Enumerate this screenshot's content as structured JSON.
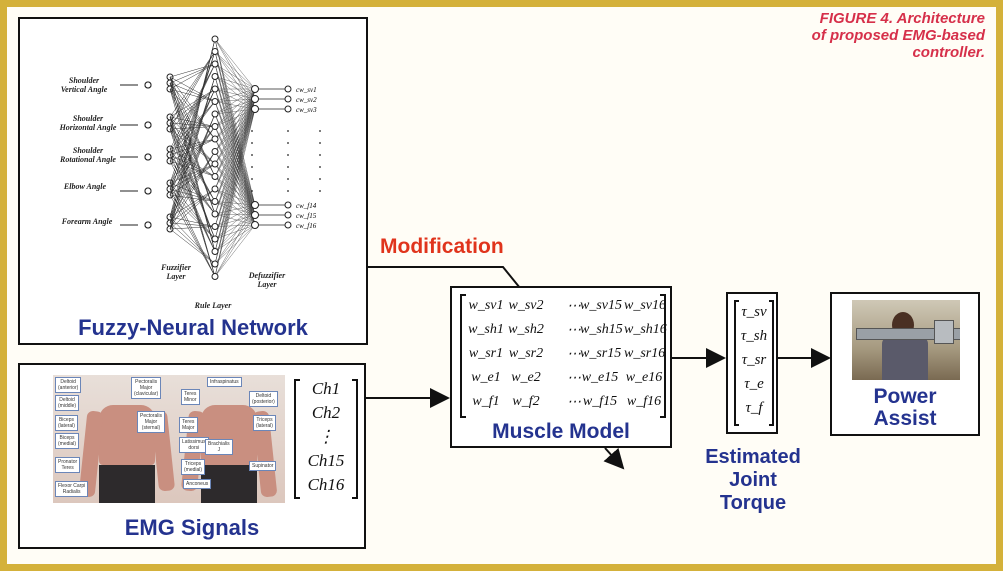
{
  "caption": {
    "line1": "FIGURE 4. Architecture",
    "line2": "of proposed EMG-based",
    "line3": "controller."
  },
  "fuzzy": {
    "title": "Fuzzy-Neural Network",
    "inputs": [
      "Shoulder\nVertical Angle",
      "Shoulder\nHorizontal Angle",
      "Shoulder\nRotational Angle",
      "Elbow Angle",
      "Forearm Angle"
    ],
    "fuzzifier_label": "Fuzzifier\nLayer",
    "rule_label": "Rule Layer",
    "defuzzifier_label": "Defuzzifier\nLayer",
    "outputs_top": [
      "cw_sv1",
      "cw_sv2",
      "cw_sv3"
    ],
    "outputs_bottom": [
      "cw_f14",
      "cw_f15",
      "cw_f16"
    ]
  },
  "emg": {
    "title": "EMG Signals",
    "channels": [
      "Ch1",
      "Ch2",
      "⋮",
      "Ch15",
      "Ch16"
    ],
    "muscle_labels_left": [
      "Deltoid\n(anterior)",
      "Deltoid\n(middle)",
      "Biceps\n(lateral)",
      "Biceps\n(medial)",
      "Pronator\nTeres",
      "Flexor Carpi\nRadialis"
    ],
    "muscle_labels_mid": [
      "Pectoralis\nMajor\n(clavicular)",
      "Pectoralis\nMajor\n(sternal)",
      "Teres\nMajor",
      "Triceps\n(medial)"
    ],
    "muscle_labels_right": [
      "Infraspinatus",
      "Deltoid\n(posterior)",
      "Triceps\n(lateral)",
      "Supinator",
      "Teres\nMinor",
      "Latissimus\ndorsi",
      "Brachialis\nJ",
      "Anconeus"
    ]
  },
  "modification": {
    "label": "Modification",
    "color": "#e0341c"
  },
  "muscle_model": {
    "title": "Muscle Model",
    "rows": [
      [
        "w_sv1",
        "w_sv2",
        "⋯",
        "w_sv15",
        "w_sv16"
      ],
      [
        "w_sh1",
        "w_sh2",
        "⋯",
        "w_sh15",
        "w_sh16"
      ],
      [
        "w_sr1",
        "w_sr2",
        "⋯",
        "w_sr15",
        "w_sr16"
      ],
      [
        "w_e1",
        "w_e2",
        "⋯",
        "w_e15",
        "w_e16"
      ],
      [
        "w_f1",
        "w_f2",
        "⋯",
        "w_f15",
        "w_f16"
      ]
    ]
  },
  "torque": {
    "entries": [
      "τ_sv",
      "τ_sh",
      "τ_sr",
      "τ_e",
      "τ_f"
    ],
    "label_line1": "Estimated",
    "label_line2": "Joint",
    "label_line3": "Torque"
  },
  "power": {
    "line1": "Power",
    "line2": "Assist"
  },
  "colors": {
    "border": "#d4b13a",
    "title_blue": "#24338f",
    "caption_red": "#d6304a"
  }
}
